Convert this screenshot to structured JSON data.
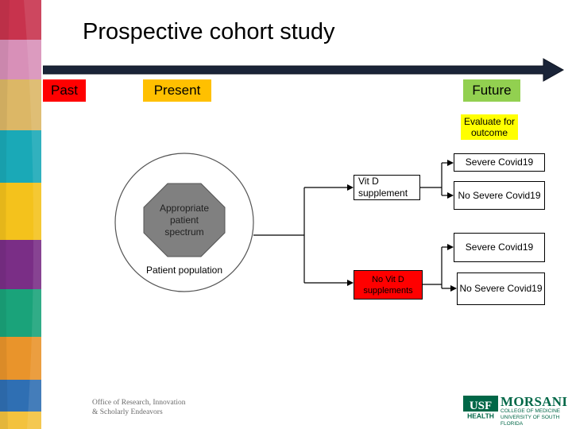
{
  "title": "Prospective cohort study",
  "timeline": {
    "past": "Past",
    "present": "Present",
    "future": "Future"
  },
  "evaluate": "Evaluate for outcome",
  "cohort": {
    "appropriate": "Appropriate patient spectrum",
    "population": "Patient population"
  },
  "exposure": {
    "vitd": "Vit D supplement",
    "no_vitd": "No Vit D supplements"
  },
  "outcomes": {
    "severe_1": "Severe Covid19",
    "no_severe_1": "No Severe Covid19",
    "severe_2": "Severe Covid19",
    "no_severe_2": "No Severe Covid19"
  },
  "footer": {
    "office_line1": "Office of Research, Innovation",
    "office_line2": "& Scholarly Endeavors",
    "usf": "USF",
    "health": "HEALTH",
    "morsani": "MORSANI",
    "college": "COLLEGE OF MEDICINE",
    "university": "UNIVERSITY OF SOUTH FLORIDA"
  },
  "colors": {
    "past": "#ff0000",
    "present": "#ffc000",
    "future": "#92d050",
    "evaluate": "#ffff00",
    "no_vitd": "#ff0000",
    "octagon": "#808080",
    "usf_green": "#006747",
    "stripes": [
      "#c8334d",
      "#d890b8",
      "#dcb766",
      "#1aa9b7",
      "#f4c21c",
      "#7a2e86",
      "#1aa37a",
      "#e9942b",
      "#2f6fb3",
      "#f3c23e"
    ]
  }
}
